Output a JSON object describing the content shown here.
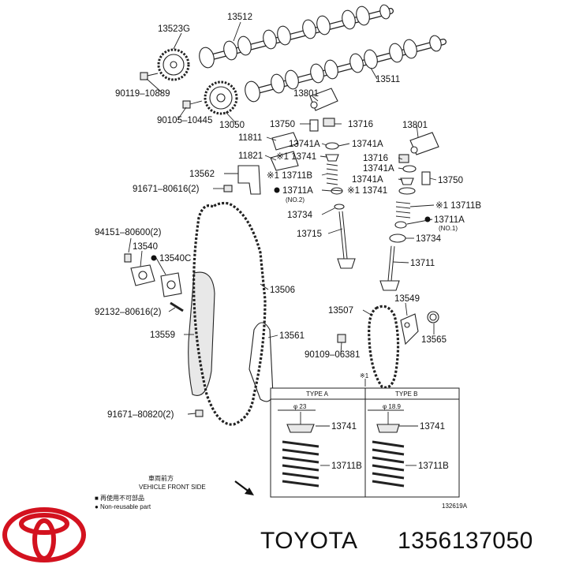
{
  "brand": "TOYOTA",
  "part_number": "1356137050",
  "diagram_code": "132619A",
  "labels": {
    "13523G": "13523G",
    "13512": "13512",
    "13511": "13511",
    "90119_10889": "90119–10889",
    "90105_10445": "90105–10445",
    "13050": "13050",
    "13801a": "13801",
    "13750a": "13750",
    "13716a": "13716",
    "11811": "11811",
    "13741A_a": "13741A",
    "13741A_b": "13741A",
    "13741_a": "※1 13741",
    "11821": "11821",
    "13562": "13562",
    "13711B_a": "※1 13711B",
    "91671_80616": "91671–80616(2)",
    "13711A_a": "13711A",
    "13741_b": "※1 13741",
    "no2": "(NO.2)",
    "13734a": "13734",
    "13715": "13715",
    "13801b": "13801",
    "13716b": "13716",
    "13741A_c": "13741A",
    "13741A_d": "13741A",
    "13750b": "13750",
    "13711B_b": "※1 13711B",
    "13711A_b": "13711A",
    "no1": "(NO.1)",
    "13734b": "13734",
    "94151_80600": "94151–80600(2)",
    "13540": "13540",
    "13540C": "13540C",
    "13506": "13506",
    "13711": "13711",
    "92132_80616": "92132–80616(2)",
    "13507": "13507",
    "13549": "13549",
    "13559": "13559",
    "13561": "13561",
    "13565": "13565",
    "90109_06381": "90109–06381",
    "note1": "※1",
    "91671_80820": "91671–80820(2)"
  },
  "table": {
    "type_a": "TYPE A",
    "type_b": "TYPE B",
    "dia_a": "φ 23",
    "dia_b": "φ 18.9",
    "a_13741": "13741",
    "a_13711B": "13711B",
    "b_13741": "13741",
    "b_13711B": "13711B"
  },
  "legend": {
    "front_jp": "車両前方",
    "front_en": "VEHICLE FRONT SIDE",
    "reuse_jp": "■ 再使用不可部品",
    "reuse_en": "● Non-reusable part"
  },
  "colors": {
    "logo": "#d3121f",
    "ink": "#111111"
  },
  "icons": {
    "logo": "toyota-logo-icon",
    "arrow": "front-arrow-icon"
  }
}
